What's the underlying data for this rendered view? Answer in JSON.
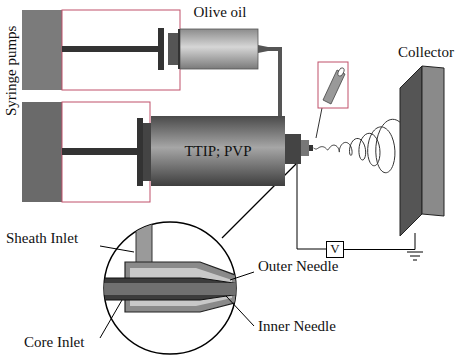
{
  "diagram": {
    "nodes": [
      {
        "text": [
          "Olive oil"
        ]
      },
      {
        "text": [
          "TTIP; PVP"
        ]
      },
      {
        "text": [
          "V"
        ]
      },
      {
        "text": [
          "Collector"
        ]
      }
    ],
    "edges": [
      {
        "from": 2,
        "to": 3,
        "arrow": "none"
      }
    ],
    "labels": [
      "Syringe pumps",
      "Sheath Inlet",
      "Outer Needle",
      "Core Inlet",
      "Inner Needle"
    ]
  }
}
